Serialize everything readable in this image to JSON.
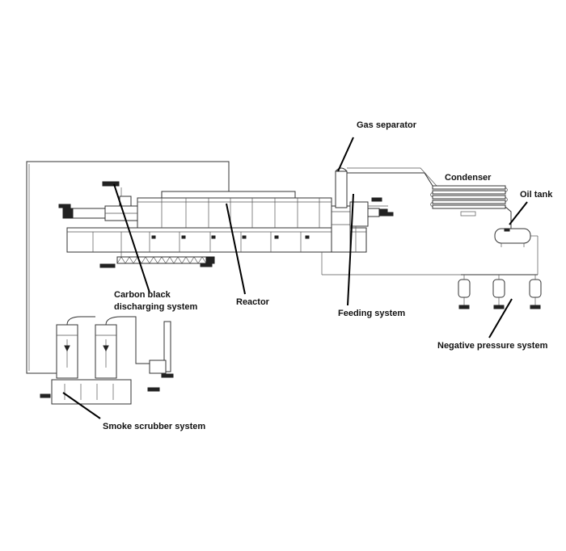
{
  "labels": {
    "gas_separator": "Gas separator",
    "condenser": "Condenser",
    "oil_tank": "Oil tank",
    "carbon_black_line1": "Carbon black",
    "carbon_black_line2": "discharging system",
    "reactor": "Reactor",
    "feeding_system": "Feeding system",
    "negative_pressure_system": "Negative pressure system",
    "smoke_scrubber_system": "Smoke scrubber system"
  },
  "colors": {
    "line": "#333333",
    "text": "#111111",
    "background": "#ffffff"
  }
}
